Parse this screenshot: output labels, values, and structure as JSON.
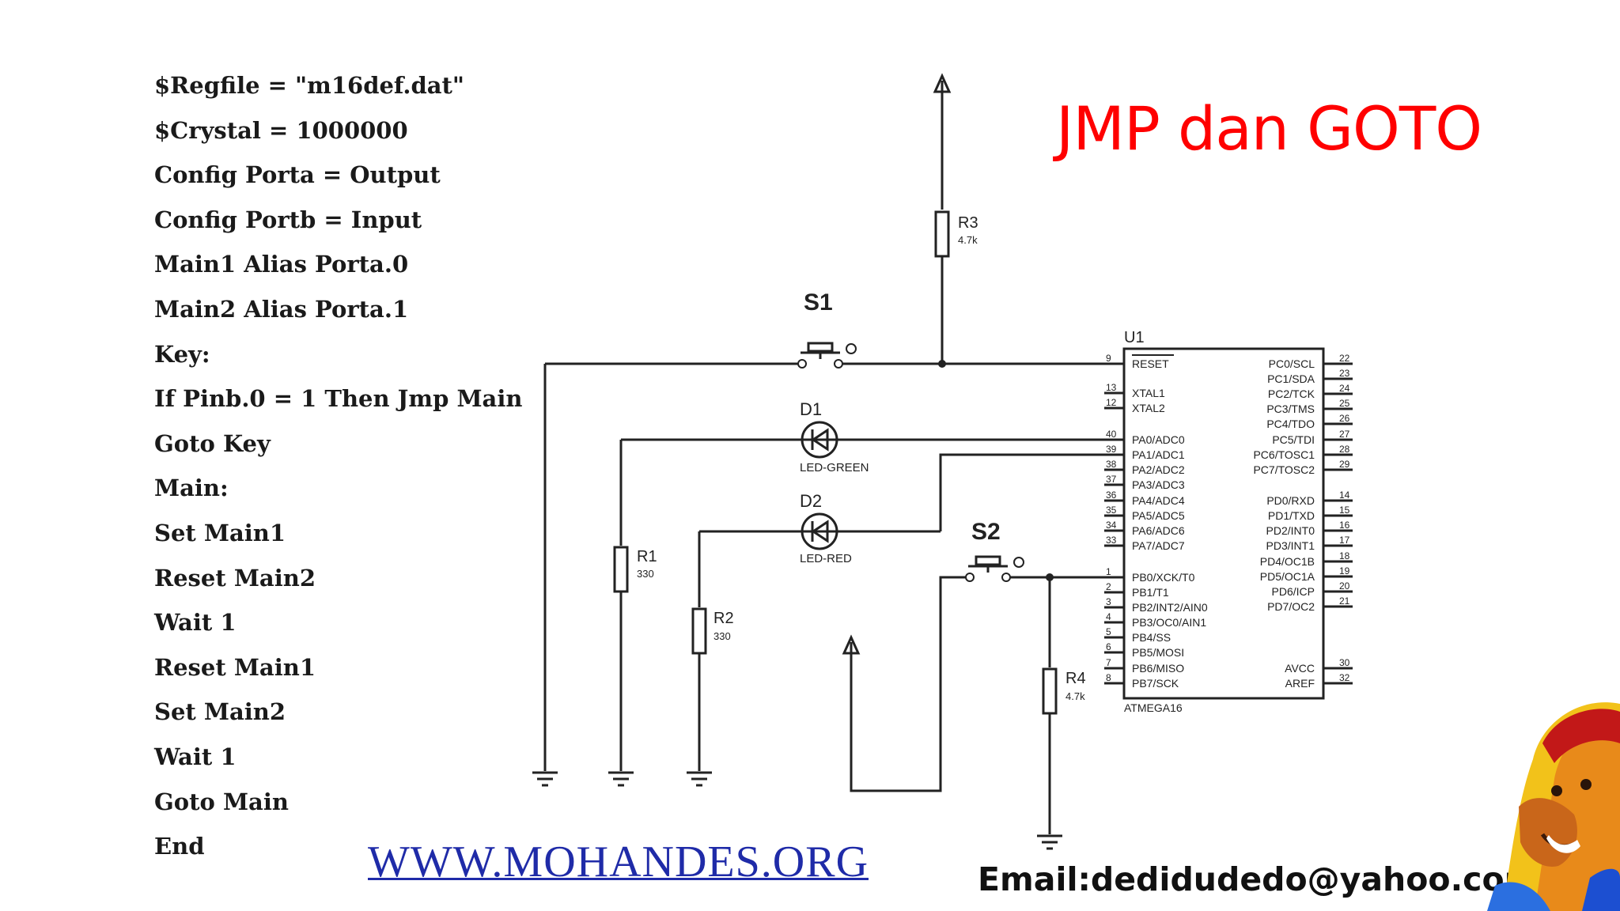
{
  "title": "JMP dan GOTO",
  "code_lines": [
    "$Regfile = \"m16def.dat\"",
    "$Crystal = 1000000",
    "Config Porta = Output",
    "Config Portb = Input",
    "Main1 Alias Porta.0",
    "Main2 Alias Porta.1",
    "Key:",
    "If Pinb.0 = 1 Then Jmp Main",
    "Goto Key",
    "Main:",
    "Set Main1",
    "Reset Main2",
    "Wait 1",
    "Reset Main1",
    "Set Main2",
    "Wait 1",
    "Goto Main",
    "End"
  ],
  "website": "WWW.MOHANDES.ORG",
  "email": "Email:dedidudedo@yahoo.com",
  "colors": {
    "title": "#ff0000",
    "website": "#1f2ba8",
    "wire": "#222222"
  },
  "schematic": {
    "chip": {
      "ref": "U1",
      "part": "ATMEGA16",
      "left_pins": [
        {
          "num": "9",
          "name": "RESET"
        },
        {
          "num": "13",
          "name": "XTAL1"
        },
        {
          "num": "12",
          "name": "XTAL2"
        },
        {
          "num": "40",
          "name": "PA0/ADC0"
        },
        {
          "num": "39",
          "name": "PA1/ADC1"
        },
        {
          "num": "38",
          "name": "PA2/ADC2"
        },
        {
          "num": "37",
          "name": "PA3/ADC3"
        },
        {
          "num": "36",
          "name": "PA4/ADC4"
        },
        {
          "num": "35",
          "name": "PA5/ADC5"
        },
        {
          "num": "34",
          "name": "PA6/ADC6"
        },
        {
          "num": "33",
          "name": "PA7/ADC7"
        },
        {
          "num": "1",
          "name": "PB0/XCK/T0"
        },
        {
          "num": "2",
          "name": "PB1/T1"
        },
        {
          "num": "3",
          "name": "PB2/INT2/AIN0"
        },
        {
          "num": "4",
          "name": "PB3/OC0/AIN1"
        },
        {
          "num": "5",
          "name": "PB4/SS"
        },
        {
          "num": "6",
          "name": "PB5/MOSI"
        },
        {
          "num": "7",
          "name": "PB6/MISO"
        },
        {
          "num": "8",
          "name": "PB7/SCK"
        }
      ],
      "right_pins": [
        {
          "num": "22",
          "name": "PC0/SCL"
        },
        {
          "num": "23",
          "name": "PC1/SDA"
        },
        {
          "num": "24",
          "name": "PC2/TCK"
        },
        {
          "num": "25",
          "name": "PC3/TMS"
        },
        {
          "num": "26",
          "name": "PC4/TDO"
        },
        {
          "num": "27",
          "name": "PC5/TDI"
        },
        {
          "num": "28",
          "name": "PC6/TOSC1"
        },
        {
          "num": "29",
          "name": "PC7/TOSC2"
        },
        {
          "num": "14",
          "name": "PD0/RXD"
        },
        {
          "num": "15",
          "name": "PD1/TXD"
        },
        {
          "num": "16",
          "name": "PD2/INT0"
        },
        {
          "num": "17",
          "name": "PD3/INT1"
        },
        {
          "num": "18",
          "name": "PD4/OC1B"
        },
        {
          "num": "19",
          "name": "PD5/OC1A"
        },
        {
          "num": "20",
          "name": "PD6/ICP"
        },
        {
          "num": "21",
          "name": "PD7/OC2"
        },
        {
          "num": "30",
          "name": "AVCC"
        },
        {
          "num": "32",
          "name": "AREF"
        }
      ]
    },
    "components": {
      "s1": {
        "ref": "S1"
      },
      "s2": {
        "ref": "S2"
      },
      "d1": {
        "ref": "D1",
        "type": "LED-GREEN"
      },
      "d2": {
        "ref": "D2",
        "type": "LED-RED"
      },
      "r1": {
        "ref": "R1",
        "value": "330"
      },
      "r2": {
        "ref": "R2",
        "value": "330"
      },
      "r3": {
        "ref": "R3",
        "value": "4.7k"
      },
      "r4": {
        "ref": "R4",
        "value": "4.7k"
      }
    }
  }
}
